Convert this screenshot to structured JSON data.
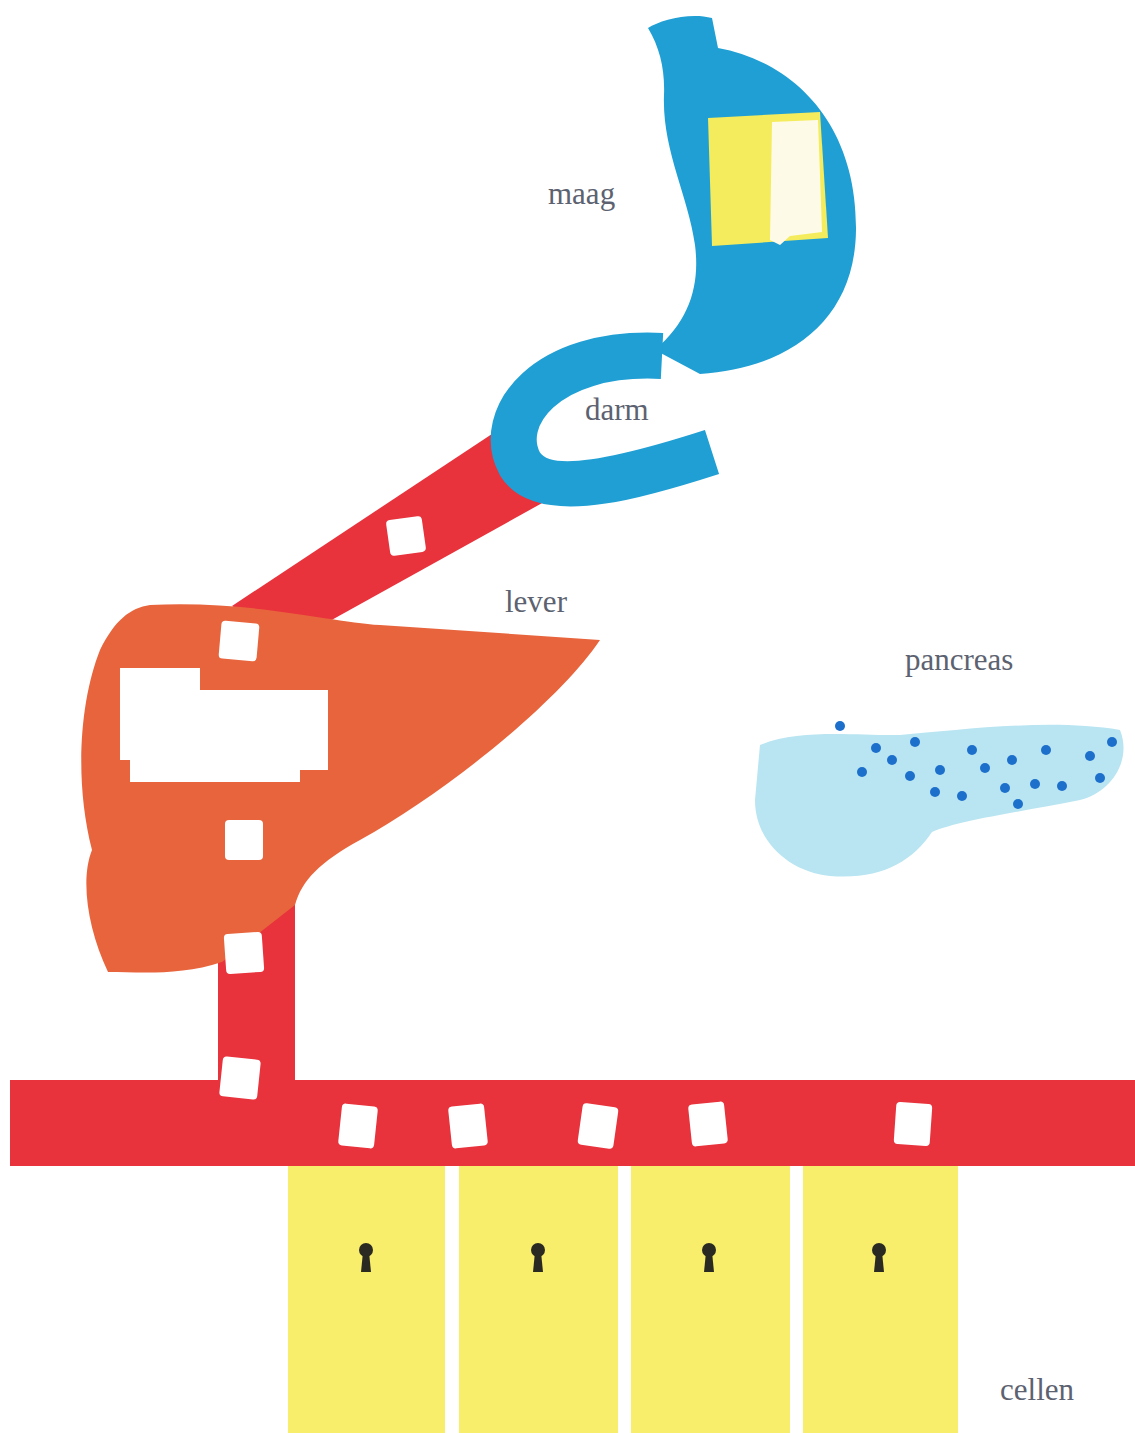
{
  "diagram": {
    "labels": [
      "maag",
      "darm",
      "lever",
      "pancreas",
      "cellen"
    ]
  }
}
